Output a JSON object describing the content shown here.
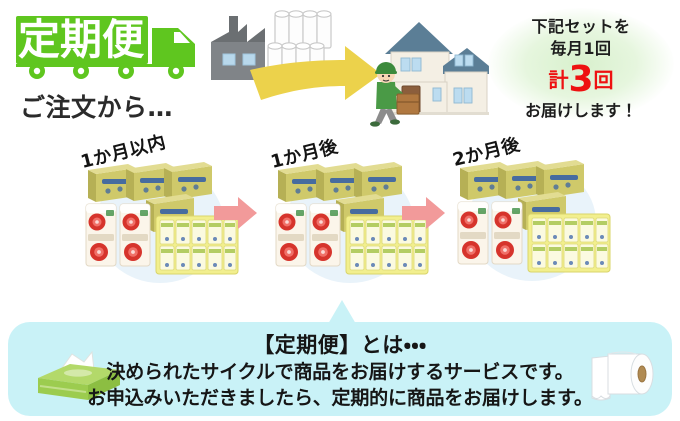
{
  "logo": {
    "text": "定期便",
    "truck_color": "#5FC61F",
    "text_color": "#ffffff"
  },
  "order_caption": "ご注文から…",
  "headline": {
    "line1": "下記セットを",
    "line2": "毎月1回",
    "count_prefix": "計",
    "count_number": "3",
    "count_suffix": "回",
    "line4": "お届けします！",
    "accent_color": "#ee1111",
    "glow_color": "#d8f0cd"
  },
  "scene": {
    "factory_label": "factory-icon",
    "stock_label": "paper-roll-stack-icon",
    "arrow_label": "shipping-arrow-icon",
    "courier_label": "delivery-person-icon",
    "house_label": "house-icon",
    "arrow_color": "#ecd24b"
  },
  "timeline": {
    "arrow_color": "#f29a9a",
    "disc_color": "#e9f3fa",
    "groups": [
      {
        "month_label": "1か月以内",
        "product_set": "tissue-boxes-and-toilet-rolls"
      },
      {
        "month_label": "1か月後",
        "product_set": "tissue-boxes-and-toilet-rolls"
      },
      {
        "month_label": "2か月後",
        "product_set": "tissue-boxes-and-toilet-rolls"
      }
    ]
  },
  "info": {
    "panel_color": "#c9f2f7",
    "title": "【定期便】とは・・・",
    "body_line1": "決められたサイクルで商品をお届けするサービスです。",
    "body_line2": "お申込みいただきましたら、定期的に商品をお届けします。",
    "left_icon": "tissue-box-icon",
    "right_icon": "toilet-paper-roll-icon"
  }
}
